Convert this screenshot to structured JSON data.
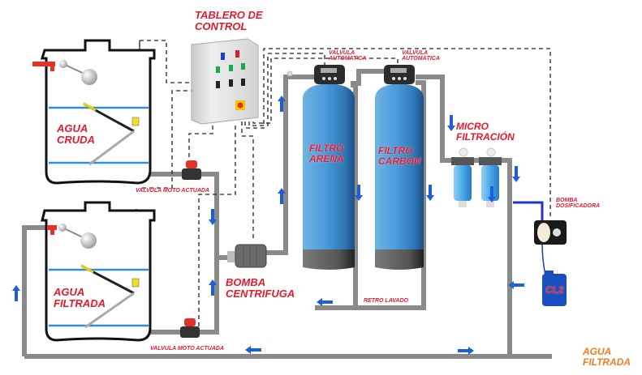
{
  "diagram": {
    "title": "Sistema de filtración de agua",
    "labels": {
      "control_panel": [
        "TABLERO DE",
        "CONTROL"
      ],
      "raw_water_tank": [
        "AGUA",
        "CRUDA"
      ],
      "filtered_water_tank": [
        "AGUA",
        "FILTRADA"
      ],
      "motor_valve_top": "VALVULA MOTO ACTUADA",
      "motor_valve_bottom": "VALVULA MOTO ACTUADA",
      "centrifugal_pump": [
        "BOMBA",
        "CENTRIFUGA"
      ],
      "auto_valve_sand": [
        "VALVULA",
        "AUTOMATICA"
      ],
      "auto_valve_carbon": [
        "VALVULA",
        "AUTOMÁTICA"
      ],
      "sand_filter": [
        "FILTRO",
        "ARENA"
      ],
      "carbon_filter": [
        "FILTRO",
        "CARBON"
      ],
      "backwash": "RETRO LAVADO",
      "micro_filtration": [
        "MICRO",
        "FILTRACIÓN"
      ],
      "dosing_pump": [
        "BOMBA",
        "DOSIFICADORA"
      ],
      "chlorine": "CL2",
      "output": [
        "AGUA",
        "FILTRADA"
      ]
    },
    "colors": {
      "label_red": "#e8192c",
      "output_orange": "#f47b20",
      "pipe_gray": "#8a8a8a",
      "flow_arrow_blue": "#1f5fd6",
      "water_line_blue": "#2a8fe0",
      "filter_tank_blue": "#3e8fd0",
      "chlorine_drum_blue": "#1a4fc0",
      "valve_actuator_red": "#e53225"
    },
    "flow_arrows": [
      "up",
      "down",
      "up",
      "up",
      "down",
      "down",
      "down",
      "down",
      "left",
      "left",
      "left",
      "right",
      "down",
      "up"
    ]
  }
}
